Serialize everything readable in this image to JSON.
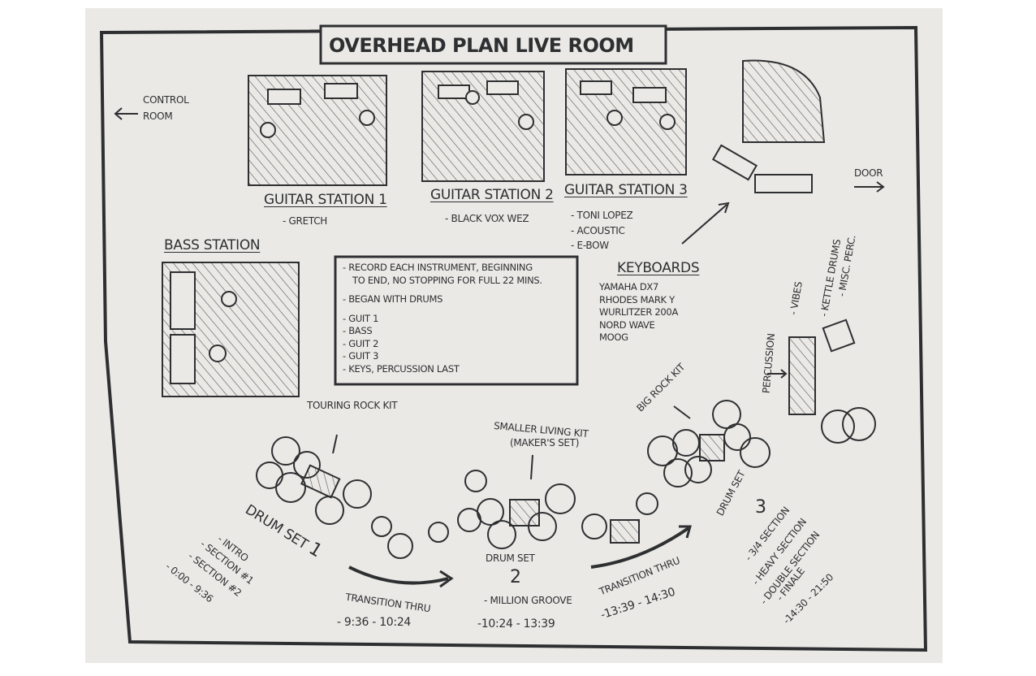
{
  "title": "Overhead Plan Live Room",
  "control_room": [
    "Control",
    "Room"
  ],
  "door": "Door",
  "guitar_stations": [
    {
      "label": "Guitar Station 1",
      "notes": [
        "- Gretch"
      ]
    },
    {
      "label": "Guitar Station 2",
      "notes": [
        "- Black Vox WEZ"
      ]
    },
    {
      "label": "Guitar Station 3",
      "notes": [
        "- Toni Lopez",
        "- Acoustic",
        "- E-Bow"
      ]
    }
  ],
  "bass_station": "Bass Station",
  "instructions": [
    "- Record each instrument, beginning",
    "  to end, no stopping for full 22 mins.",
    "- Began with drums",
    "- Guit 1",
    "- Bass",
    "- Guit 2",
    "- Guit 3",
    "- Keys, Percussion last"
  ],
  "keyboards": {
    "label": "Keyboards",
    "items": [
      "Yamaha DX7",
      "Rhodes Mark Y",
      "Wurlitzer 200A",
      "Nord Wave",
      "Moog"
    ]
  },
  "percussion": {
    "label": "Percussion",
    "items": [
      "- Vibes",
      "- Kettle Drums",
      "- Misc. Perc."
    ]
  },
  "kits": {
    "touring": "Touring Rock Kit",
    "smaller": "Smaller Living Kit",
    "smaller_sub": "(Maker's Set)",
    "big": "Big Rock Kit"
  },
  "drum_sets": [
    {
      "label": "Drum Set",
      "number": "1",
      "notes": [
        "- Intro",
        "- Section #1",
        "- Section #2",
        "- 0:00 - 9:36"
      ]
    },
    {
      "label": "Drum Set",
      "number": "2",
      "notes": [
        "- Million Groove",
        "-10:24 - 13:39"
      ]
    },
    {
      "label": "Drum Set",
      "number": "3",
      "notes": [
        "- 3/4 Section",
        "- Heavy Section",
        "- Double Section",
        "- Finale",
        "-14:30 - 21:50"
      ]
    }
  ],
  "transitions": [
    {
      "label": "Transition Thru",
      "time": "- 9:36 - 10:24"
    },
    {
      "label": "Transition Thru",
      "time": "-13:39 - 14:30"
    }
  ]
}
